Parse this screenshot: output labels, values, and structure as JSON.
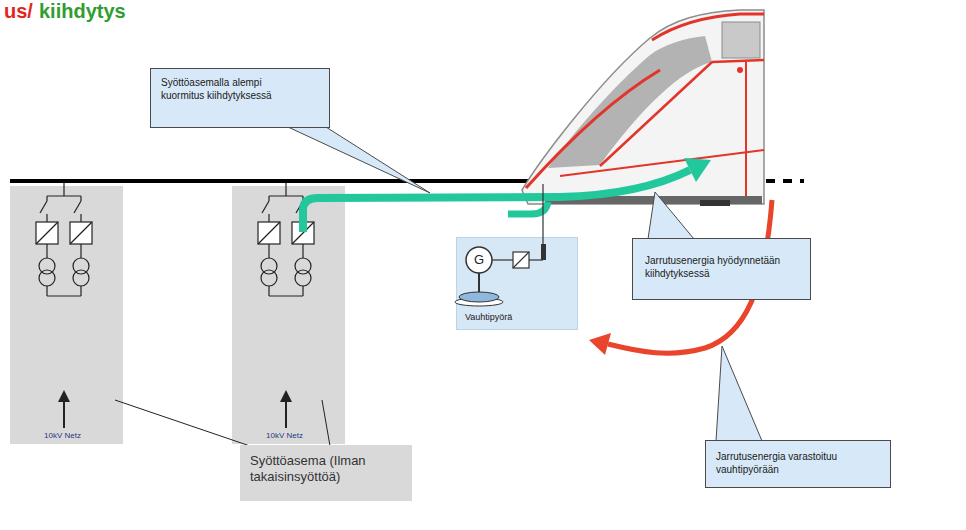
{
  "diagram": {
    "nodes": [
      {
        "text": [
          "Syöttöasemalla alempi kuormitus kiihdytyksessä"
        ]
      },
      {
        "text": [
          "Vauhtipyörä"
        ]
      },
      {
        "text": [
          "Jarrutusenergia hyödynnetään kiihdytyksessä"
        ]
      },
      {
        "text": [
          "Syöttöasema (Ilman takaisinsyöttöä)"
        ]
      },
      {
        "text": [
          "Jarrutusenergia varastoituu vauhtipyörään"
        ]
      }
    ],
    "labels": [
      "us/",
      "kiihdytys",
      "10kV Netz",
      "10kV Netz",
      "G"
    ]
  }
}
